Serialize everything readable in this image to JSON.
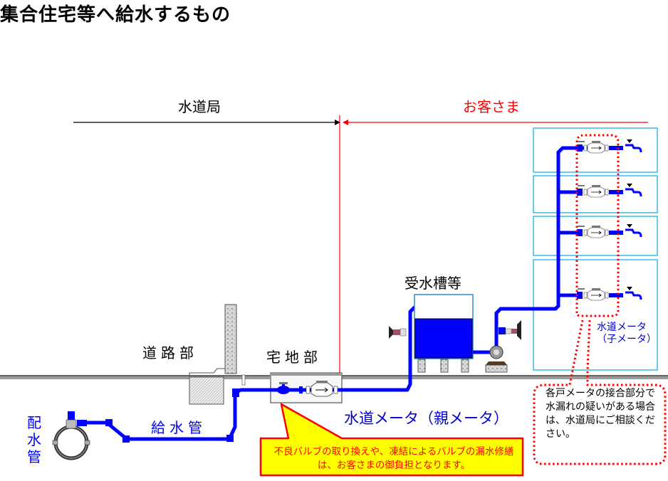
{
  "title": "集合住宅等へ給水するもの",
  "boundary": {
    "left_label": "水道局",
    "right_label": "お客さま",
    "left_color": "#000000",
    "right_color": "#ff0000"
  },
  "areas": {
    "road": "道路部",
    "lot": "宅地部",
    "tank": "受水槽等"
  },
  "pipes": {
    "distribution_main": "配水管",
    "service_pipe": "給水管"
  },
  "meters": {
    "parent": "水道メータ（親メータ）",
    "child_line1": "水道メータ",
    "child_line2": "（子メータ）",
    "child_count": 4
  },
  "callouts": {
    "yellow_note": "不良バルブの取り換えや、凍結によるバルブの漏水修繕は、お客さまの御負担となります。",
    "dotted_note": "各戸メータの接合部分で水漏れの疑いがある場合は、水道局にご相談ください。"
  },
  "colors": {
    "pipe": "#0000ff",
    "unit_border": "#33bbee",
    "callout_fill": "#ffff00",
    "callout_border": "#ff0000",
    "boundary_line": "#ff0000"
  }
}
